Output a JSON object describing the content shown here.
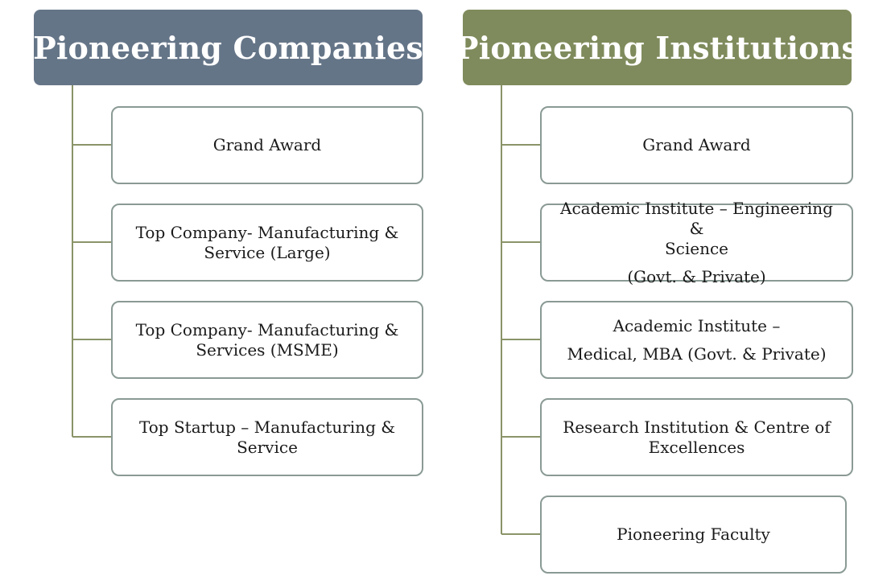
{
  "companies": {
    "title": "Pioneering Companies",
    "items": [
      {
        "line1": "Grand Award",
        "line2": ""
      },
      {
        "line1": "Top Company- Manufacturing &",
        "line2": "Service (Large)"
      },
      {
        "line1": "Top Company- Manufacturing &",
        "line2": "Services (MSME)"
      },
      {
        "line1": "Top Startup – Manufacturing &",
        "line2": "Service"
      }
    ]
  },
  "institutions": {
    "title": "Pioneering Institutions",
    "items": [
      {
        "line1": "Grand Award",
        "line2": "",
        "line3": ""
      },
      {
        "line1": "Academic Institute – Engineering &",
        "line2": "Science",
        "line3": "(Govt. & Private)"
      },
      {
        "line1": "Academic Institute –",
        "line2": "Medical, MBA (Govt. & Private)",
        "line3": ""
      },
      {
        "line1": "Research Institution & Centre of",
        "line2": "Excellences",
        "line3": ""
      },
      {
        "line1": "Pioneering Faculty",
        "line2": "",
        "line3": ""
      }
    ]
  },
  "colors": {
    "companies_header": "#657588",
    "institutions_header": "#7f8b5c",
    "connector": "#8a9468",
    "box_border": "#8a9a94"
  }
}
